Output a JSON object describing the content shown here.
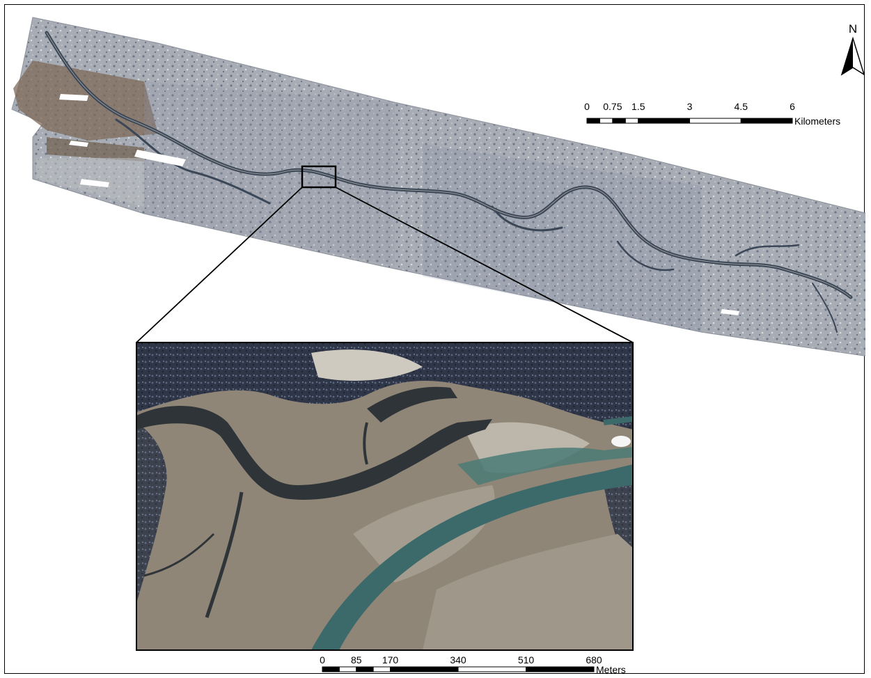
{
  "north_arrow": {
    "label": "N"
  },
  "scale_bar_km": {
    "ticks": [
      "0",
      "0.75",
      "1.5",
      "3",
      "4.5",
      "6"
    ],
    "unit": "Kilometers"
  },
  "scale_bar_m": {
    "ticks": [
      "0",
      "85",
      "170",
      "340",
      "510",
      "680"
    ],
    "unit": "Meters"
  },
  "colors": {
    "frame": "#000000",
    "overview_tone": "#9ca2ab",
    "overview_water": "#3b4757",
    "inset_sand": "#8f8678",
    "inset_channel_dark": "#2e3438",
    "inset_channel_teal": "#3c6a6a",
    "inset_forest": "#2d3446"
  }
}
